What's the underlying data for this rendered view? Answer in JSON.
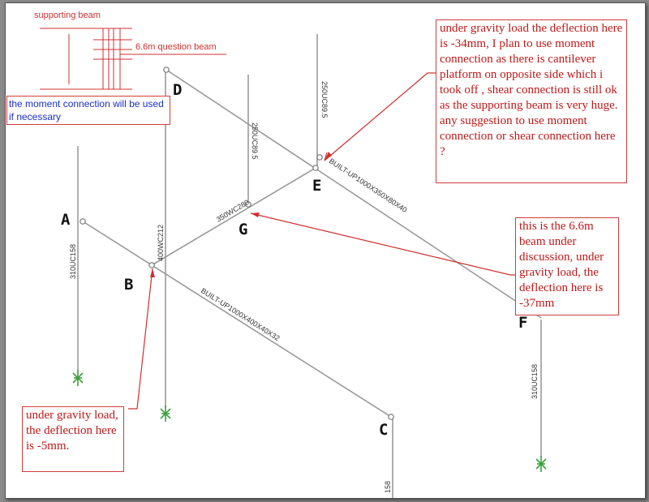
{
  "title": "supporting beam",
  "inset_label": "6.6m question beam",
  "notes": {
    "moment_connection": "the moment connection will be used if necessary",
    "e_deflection": "under gravity load the deflection here is -34mm, I plan to use moment connection as there is cantilever platform on opposite side which i took off , shear connection is still ok as the supporting beam is very huge. any suggestion to use moment connection or shear connection here ?",
    "g_deflection": "this is the 6.6m beam under discussion, under gravity load, the deflection here is -37mm",
    "b_deflection": "under gravity load, the deflection here is -5mm."
  },
  "nodes": {
    "A": "A",
    "B": "B",
    "C": "C",
    "D": "D",
    "E": "E",
    "F": "F",
    "G": "G"
  },
  "members": {
    "col_a": "310UC158",
    "col_b": "400WC212",
    "col_f": "310UC158",
    "col_c": "158",
    "post_g": "250UC89.5",
    "post_e": "250UC89.5",
    "beam_bg": "350WC280",
    "beam_ac": "BUILT-UP1000X400X40X32",
    "beam_df": "BUILT-UP1000X350X80X40"
  },
  "colors": {
    "annotation": "#d03030",
    "member": "#9a9a9a",
    "support": "#3aa03a",
    "blue_text": "#1a2fd0"
  }
}
